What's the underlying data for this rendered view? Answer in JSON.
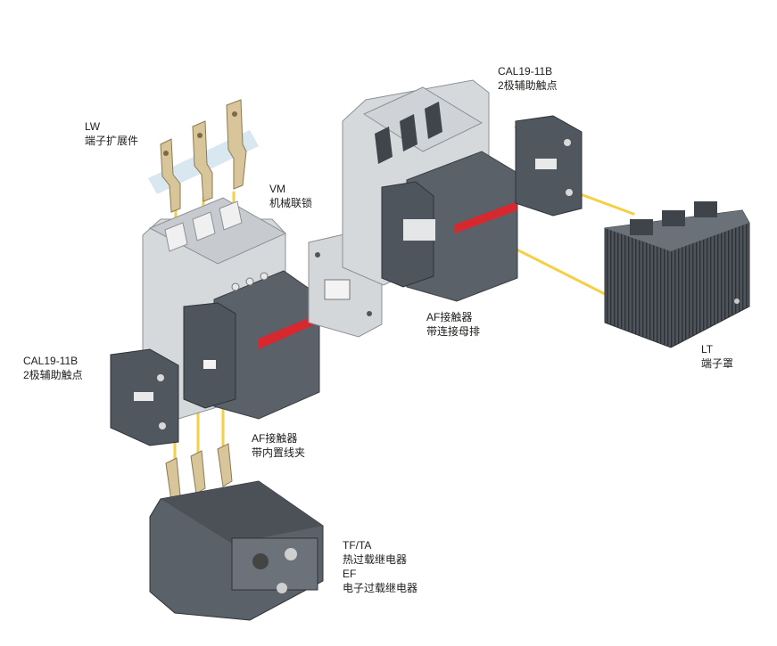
{
  "labels": {
    "lw": {
      "title": "LW",
      "sub": "端子扩展件"
    },
    "vm": {
      "title": "VM",
      "sub": "机械联锁"
    },
    "cal_top": {
      "title": "CAL19-11B",
      "sub": "2极辅助触点"
    },
    "cal_left": {
      "title": "CAL19-11B",
      "sub": "2极辅助触点"
    },
    "af_busbar": {
      "title": "AF接触器",
      "sub": "带连接母排"
    },
    "lt": {
      "title": "LT",
      "sub": "端子罩"
    },
    "af_clamp": {
      "title": "AF接触器",
      "sub": "带内置线夹"
    },
    "tf_ef": {
      "line1": "TF/TA",
      "line2": "热过载继电器",
      "line3": "EF",
      "line4": "电子过载继电器"
    }
  },
  "colors": {
    "guide_line": "#f6cf45",
    "housing_light": "#d6d9dc",
    "housing_dark": "#5a6168",
    "red_stripe": "#d7282f",
    "copper": "#d8c59a"
  }
}
